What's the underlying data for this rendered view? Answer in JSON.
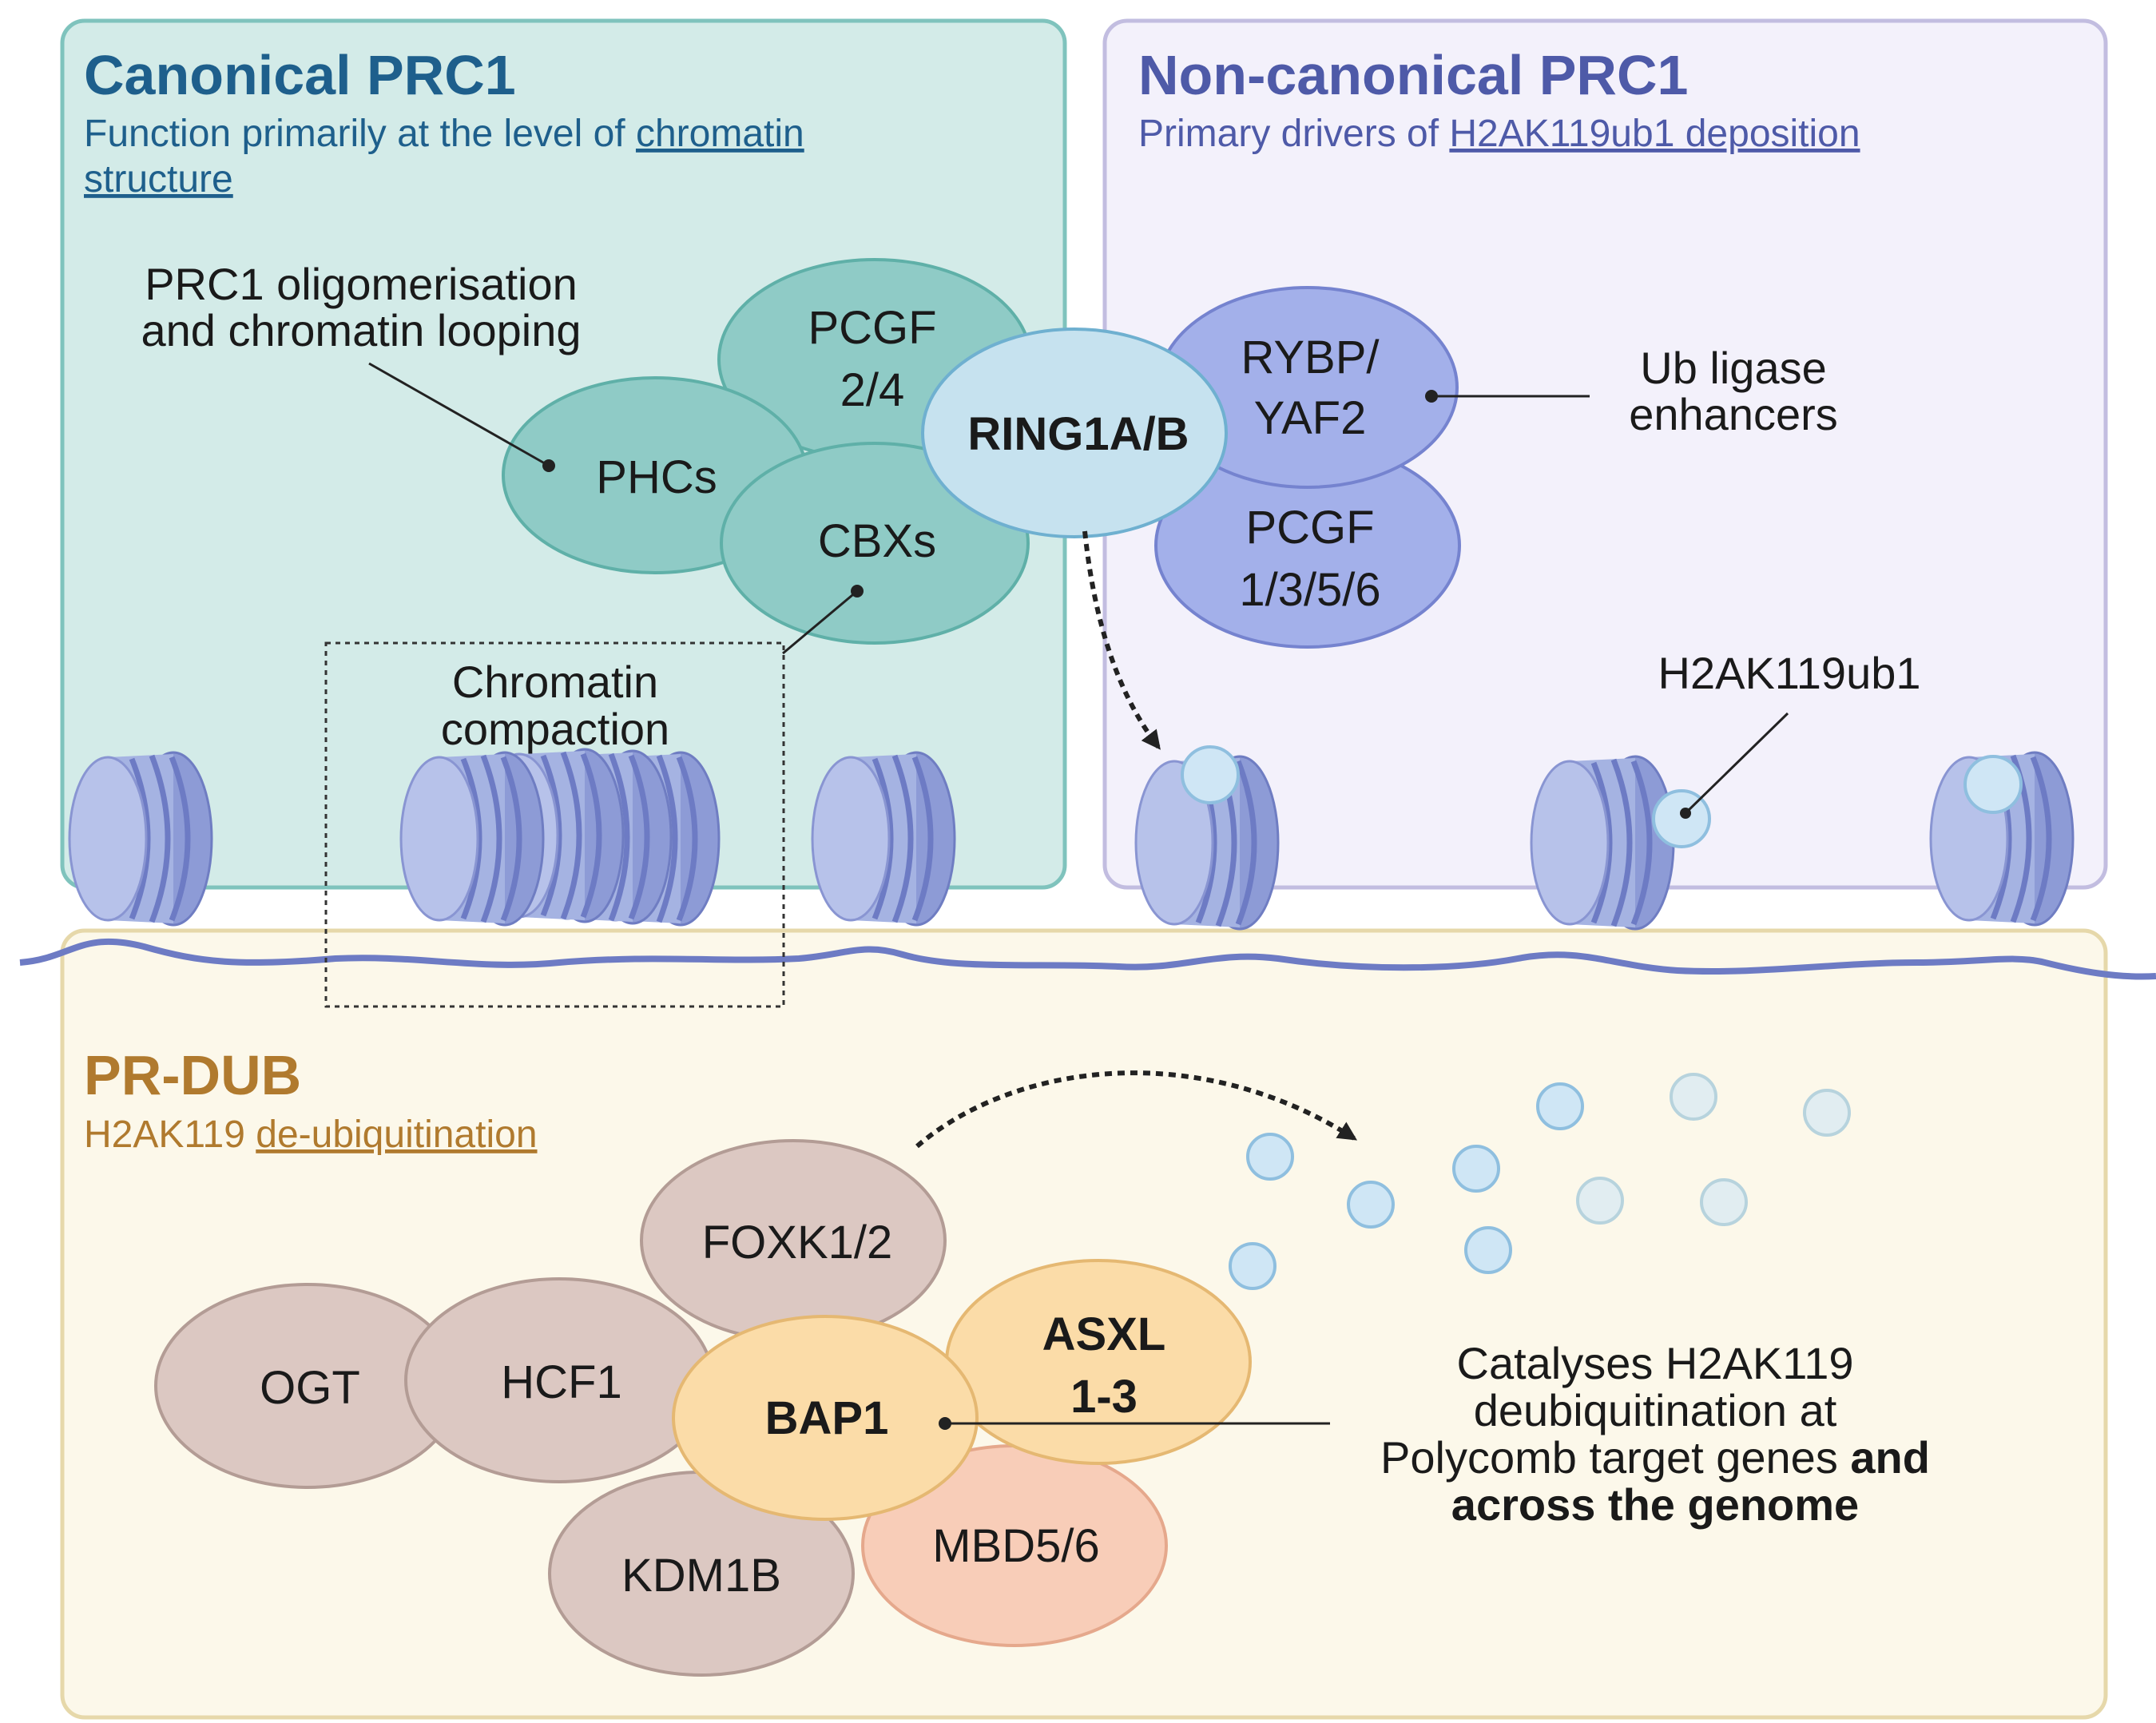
{
  "canonical": {
    "title": "Canonical PRC1",
    "subtitle_prefix": "Function primarily at the level of ",
    "subtitle_link_1": "chromatin ",
    "subtitle_link_2": "structure",
    "color": "#1e5f8c"
  },
  "noncanonical": {
    "title": "Non-canonical PRC1",
    "subtitle_prefix": "Primary drivers of ",
    "subtitle_link": "H2AK119ub1 deposition",
    "color": "#4e5aa8"
  },
  "prdub": {
    "title": "PR-DUB",
    "subtitle_prefix": "H2AK119 ",
    "subtitle_link": "de-ubiquitination",
    "color": "#b07a2e"
  },
  "proteins": {
    "pcgf24_line1": "PCGF",
    "pcgf24_line2": "2/4",
    "phcs": "PHCs",
    "cbxs": "CBXs",
    "ring1": "RING1A/B",
    "rybp_line1": "RYBP/",
    "rybp_line2": "YAF2",
    "pcgf1356_line1": "PCGF",
    "pcgf1356_line2": "1/3/5/6",
    "foxk": "FOXK1/2",
    "ogt": "OGT",
    "hcf1": "HCF1",
    "bap1": "BAP1",
    "asxl_line1": "ASXL",
    "asxl_line2": "1-3",
    "kdm1b": "KDM1B",
    "mbd": "MBD5/6"
  },
  "annotations": {
    "oligo_line1": "PRC1 oligomerisation",
    "oligo_line2": "and chromatin looping",
    "compaction_line1": "Chromatin",
    "compaction_line2": "compaction",
    "ub_line1": "Ub ligase",
    "ub_line2": "enhancers",
    "h2a_mark": "H2AK119ub1",
    "cat_line1": "Catalyses H2AK119",
    "cat_line2": "deubiquitination at",
    "cat_line3_plain": "Polycomb target genes ",
    "cat_line3_bold": "and",
    "cat_line4_bold": "across the genome"
  },
  "colors": {
    "canonical_bg": "#d3ebe8",
    "canonical_border": "#7fc3bd",
    "noncanonical_bg": "#f3f1fb",
    "noncanonical_border": "#c2bde0",
    "prdub_bg": "#fcf8ea",
    "prdub_border": "#e6d8aa",
    "teal": "#8fcbc6",
    "teal_stroke": "#5fb0a8",
    "ring": "#c6e2ef",
    "ring_stroke": "#6fb0d0",
    "ring_text": "#2e6fb0",
    "purple": "#a3b0ea",
    "purple_stroke": "#7583cf",
    "brown": "#dcc8c2",
    "brown_stroke": "#b39c95",
    "orange": "#fbdca8",
    "orange_stroke": "#e5b872",
    "salmon": "#f8cdb8",
    "salmon_stroke": "#e5a88c",
    "nucleosome": "#a5b3e2",
    "nucleosome_dark": "#7a88c8",
    "dna": "#6d7bc4",
    "ub": "#cfe6f5",
    "ub_stroke": "#8fbfdf"
  }
}
